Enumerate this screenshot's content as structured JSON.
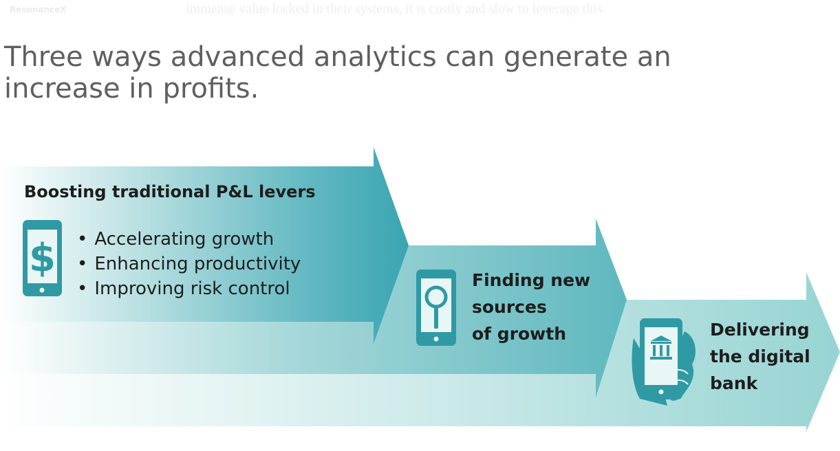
{
  "header": {
    "brand": "ResonanceX",
    "faded_text": "immense value locked in their systems, it is costly and slow to leverage this"
  },
  "title": "Three ways advanced analytics can generate an increase in profits.",
  "arrows": [
    {
      "heading": "Boosting traditional P&L levers",
      "icon": "phone-dollar-icon",
      "bullets": [
        "Accelerating growth",
        "Enhancing productivity",
        "Improving risk control"
      ]
    },
    {
      "heading_lines": [
        "Finding new",
        "sources",
        "of growth"
      ],
      "icon": "phone-magnifier-icon"
    },
    {
      "heading_lines": [
        "Delivering",
        "the digital",
        "bank"
      ],
      "icon": "hand-phone-bank-icon"
    }
  ],
  "colors": {
    "teal_dark": "#3aa3b0",
    "teal_mid": "#63b9c1",
    "teal_light": "#9fd6d6",
    "icon": "#2f9aa4",
    "title_text": "#5f5f5f"
  }
}
